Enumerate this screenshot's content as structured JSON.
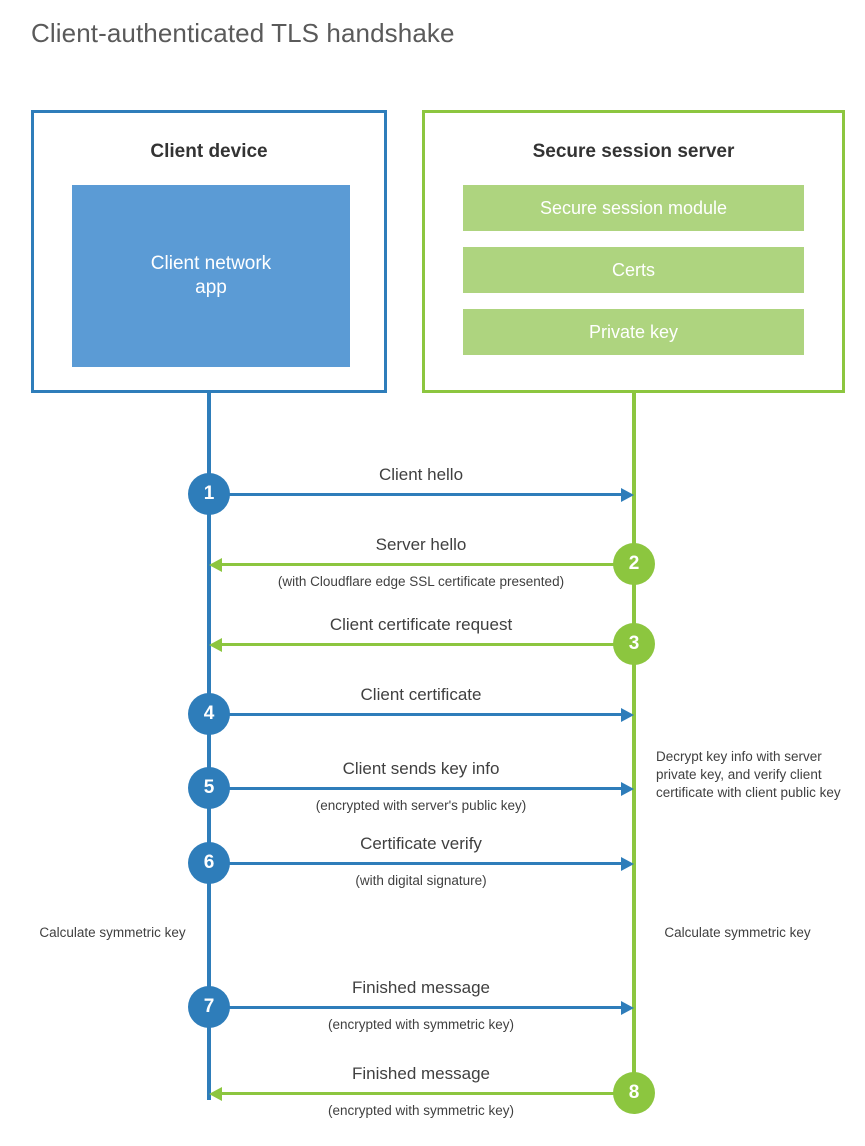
{
  "title": "Client-authenticated TLS handshake",
  "colors": {
    "client_blue": "#2e7dba",
    "client_app_blue": "#5b9bd5",
    "server_green": "#8cc63f",
    "server_item_green": "#aed47f",
    "text": "#404040",
    "title_text": "#5a5a5a"
  },
  "client": {
    "title": "Client device",
    "app_label": "Client network\napp"
  },
  "server": {
    "title": "Secure session server",
    "items": [
      {
        "label": "Secure session module"
      },
      {
        "label": "Certs"
      },
      {
        "label": "Private key"
      }
    ]
  },
  "steps": [
    {
      "number": "1",
      "label": "Client hello",
      "sublabel": "",
      "direction": "right",
      "color": "blue"
    },
    {
      "number": "2",
      "label": "Server hello",
      "sublabel": "(with Cloudflare edge SSL certificate presented)",
      "direction": "left",
      "color": "green"
    },
    {
      "number": "3",
      "label": "Client certificate request",
      "sublabel": "",
      "direction": "left",
      "color": "green"
    },
    {
      "number": "4",
      "label": "Client certificate",
      "sublabel": "",
      "direction": "right",
      "color": "blue"
    },
    {
      "number": "5",
      "label": "Client sends key info",
      "sublabel": "(encrypted with server's public key)",
      "direction": "right",
      "color": "blue"
    },
    {
      "number": "6",
      "label": "Certificate verify",
      "sublabel": "(with digital signature)",
      "direction": "right",
      "color": "blue"
    },
    {
      "number": "7",
      "label": "Finished message",
      "sublabel": "(encrypted with symmetric key)",
      "direction": "right",
      "color": "blue"
    },
    {
      "number": "8",
      "label": "Finished message",
      "sublabel": "(encrypted with symmetric key)",
      "direction": "left",
      "color": "green"
    }
  ],
  "notes": {
    "server_decrypt": "Decrypt key info with server private key, and verify client certificate with client public key",
    "client_calculate": "Calculate symmetric key",
    "server_calculate": "Calculate symmetric key"
  }
}
